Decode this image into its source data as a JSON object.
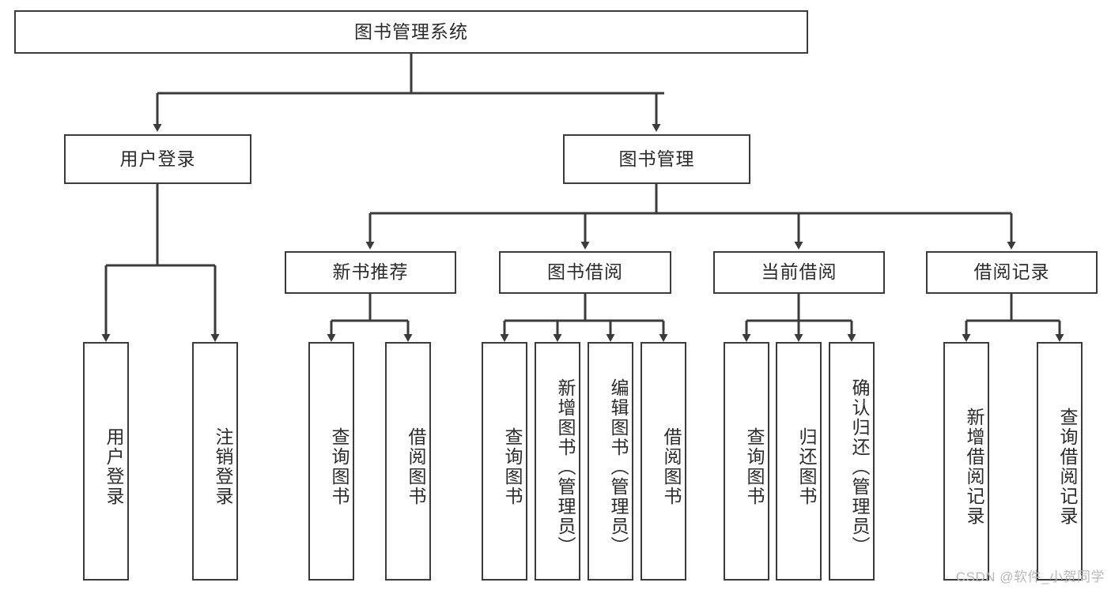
{
  "diagram": {
    "title": "图书管理系统",
    "type": "hierarchy-tree",
    "style": {
      "box_border_color": "#3b3b3b",
      "box_fill_color": "#ffffff",
      "connector_color": "#3b3b3b",
      "text_color": "#2b2b2b",
      "background_color": "#ffffff"
    },
    "root": {
      "label": "图书管理系统"
    },
    "level2": [
      {
        "label": "用户登录"
      },
      {
        "label": "图书管理"
      }
    ],
    "level3": [
      {
        "label": "新书推荐"
      },
      {
        "label": "图书借阅"
      },
      {
        "label": "当前借阅"
      },
      {
        "label": "借阅记录"
      }
    ],
    "leaves": {
      "user_login": [
        {
          "label": "用户登录"
        },
        {
          "label": "注销登录"
        }
      ],
      "new_book_recommend": [
        {
          "label": "查询图书"
        },
        {
          "label": "借阅图书"
        }
      ],
      "book_borrow": [
        {
          "label": "查询图书"
        },
        {
          "label": "新增图书（管理员）"
        },
        {
          "label": "编辑图书（管理员）"
        },
        {
          "label": "借阅图书"
        }
      ],
      "current_borrow": [
        {
          "label": "查询图书"
        },
        {
          "label": "归还图书"
        },
        {
          "label": "确认归还（管理员）"
        }
      ],
      "borrow_record": [
        {
          "label": "新增借阅记录"
        },
        {
          "label": "查询借阅记录"
        }
      ]
    }
  },
  "watermark": {
    "text": "CSDN @软件_小贺同学"
  }
}
